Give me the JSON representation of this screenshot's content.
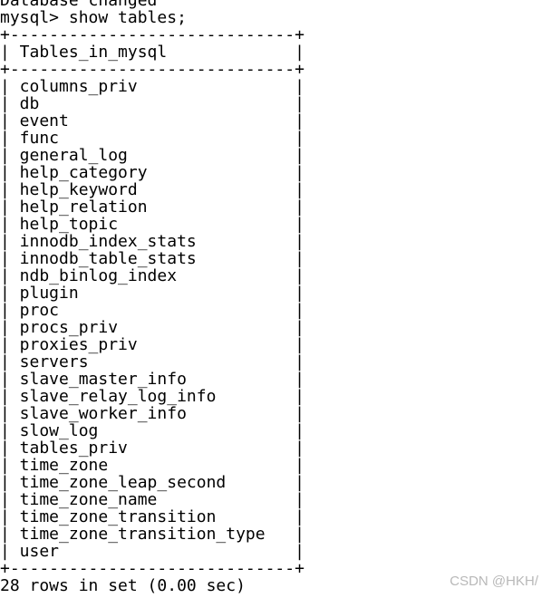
{
  "terminal": {
    "status_line": "Database changed",
    "prompt": "mysql> show tables;",
    "table": {
      "border": "+-----------------------------+",
      "header": "| Tables_in_mysql             |",
      "rows": [
        "| columns_priv                |",
        "| db                          |",
        "| event                       |",
        "| func                        |",
        "| general_log                 |",
        "| help_category               |",
        "| help_keyword                |",
        "| help_relation               |",
        "| help_topic                  |",
        "| innodb_index_stats          |",
        "| innodb_table_stats          |",
        "| ndb_binlog_index            |",
        "| plugin                      |",
        "| proc                        |",
        "| procs_priv                  |",
        "| proxies_priv                |",
        "| servers                     |",
        "| slave_master_info           |",
        "| slave_relay_log_info        |",
        "| slave_worker_info           |",
        "| slow_log                    |",
        "| tables_priv                 |",
        "| time_zone                   |",
        "| time_zone_leap_second       |",
        "| time_zone_name              |",
        "| time_zone_transition        |",
        "| time_zone_transition_type   |",
        "| user                        |"
      ]
    },
    "summary": "28 rows in set (0.00 sec)"
  },
  "watermark": "CSDN @HKH/"
}
